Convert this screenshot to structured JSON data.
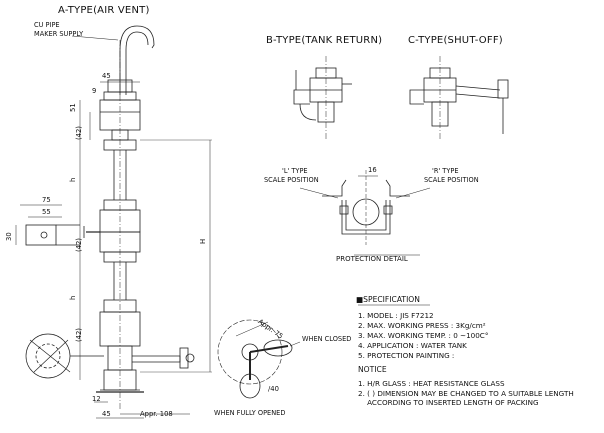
{
  "titles": {
    "a_type": "A-TYPE(AIR VENT)",
    "b_type": "B-TYPE(TANK RETURN)",
    "c_type": "C-TYPE(SHUT-OFF)"
  },
  "labels": {
    "cu_pipe": "CU PIPE",
    "maker_supply": "MAKER SUPPLY",
    "l_type": "'L' TYPE",
    "r_type": "'R' TYPE",
    "scale_position": "SCALE POSITION",
    "protection_detail": "PROTECTION DETAIL",
    "when_closed": "WHEN CLOSED",
    "when_fully_opened": "WHEN FULLY OPENED"
  },
  "dimensions": {
    "d45_top": "45",
    "d9": "9",
    "d51": "51",
    "d42a": "(42)",
    "d42b": "(42)",
    "d42c": "(42)",
    "h1": "h",
    "h2": "h",
    "H": "H",
    "d75": "75",
    "d55": "55",
    "d30": "30",
    "d12": "12",
    "d45_bottom": "45",
    "appr108": "Appr. 108",
    "d16": "16",
    "appr75": "Appr. 75",
    "phi40": "∕40"
  },
  "specification": {
    "heading": "■SPECIFICATION",
    "items": [
      "1. MODEL : JIS F7212",
      "2. MAX. WORKING PRESS : 3Kg/cm²",
      "3. MAX. WORKING TEMP. : 0 ~100C°",
      "4. APPLICATION : WATER TANK",
      "5. PROTECTION PAINTING :"
    ]
  },
  "notice": {
    "heading": "NOTICE",
    "items": [
      "1. H/R GLASS : HEAT RESISTANCE GLASS",
      "2. ( ) DIMENSION MAY BE CHANGED TO A SUITABLE LENGTH",
      "    ACCORDING TO INSERTED LENGTH OF PACKING"
    ]
  }
}
